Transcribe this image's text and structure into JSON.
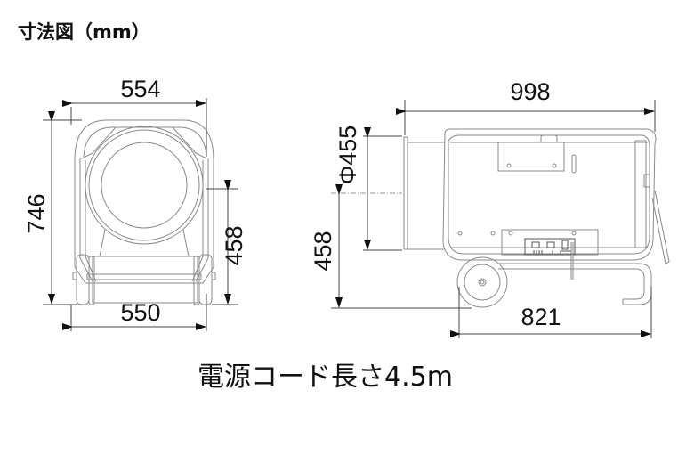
{
  "title": "寸法図（mm）",
  "caption": "電源コード長さ4.5m",
  "front_view": {
    "width_top": "554",
    "height_total": "746",
    "duct_center_height": "458",
    "width_bottom": "550"
  },
  "side_view": {
    "length_total": "998",
    "duct_diameter": "Φ455",
    "duct_center_height": "458",
    "wheelbase_length": "821"
  },
  "colors": {
    "line": "#8a8a8a",
    "dimension": "#444444",
    "text": "#111111"
  }
}
